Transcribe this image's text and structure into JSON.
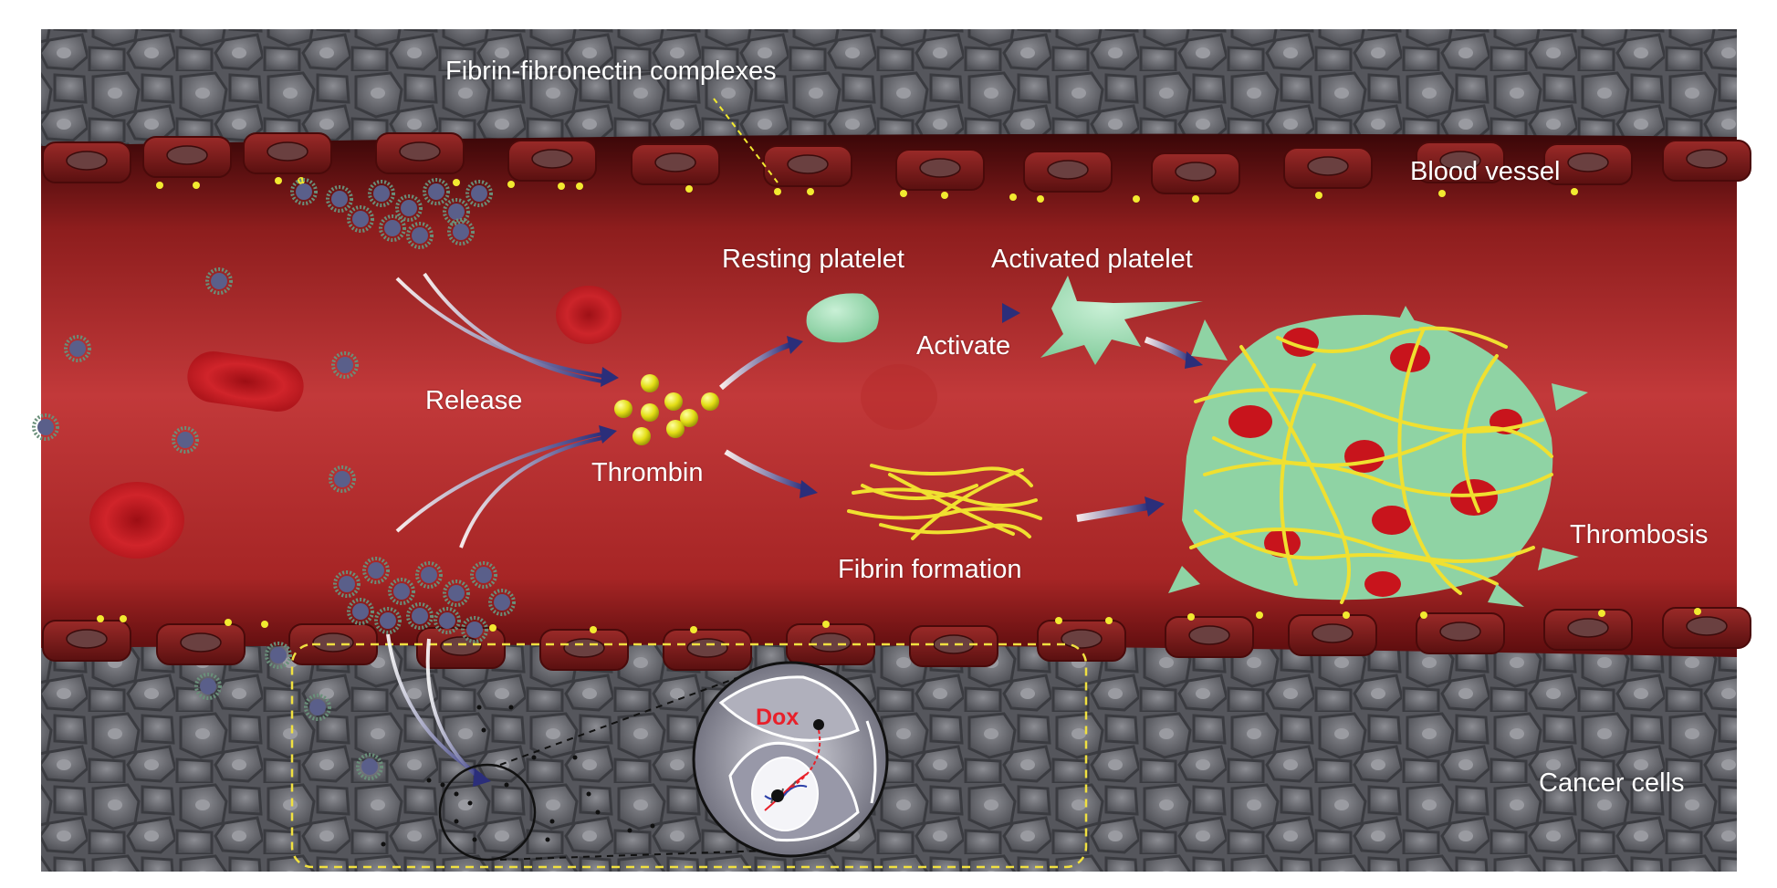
{
  "labels": {
    "fibrin_fibronectin": "Fibrin-fibronectin complexes",
    "blood_vessel": "Blood vessel",
    "resting_platelet": "Resting platelet",
    "activated_platelet": "Activated platelet",
    "activate": "Activate",
    "release": "Release",
    "thrombin": "Thrombin",
    "fibrin_formation": "Fibrin formation",
    "thrombosis": "Thrombosis",
    "cancer_cells": "Cancer cells",
    "dox": "Dox"
  },
  "colors": {
    "vessel_lumen": "#b8302e",
    "endothelium": "#7a1a1a",
    "tissue": "#6b6c72",
    "thrombin": "#e6e21a",
    "platelet": "#8fd3a4",
    "fibrin": "#f0e030",
    "rbc": "#c0161c",
    "arrow": "#2b2e7a",
    "dashed_outline": "#f0e040"
  },
  "icons": {
    "nanoparticle": "spiky-nanoparticle-icon",
    "red_blood_cell": "red-blood-cell-icon",
    "thrombin": "thrombin-sphere-icon",
    "resting_platelet": "resting-platelet-icon",
    "activated_platelet": "activated-platelet-icon",
    "fibrin": "fibrin-strands-icon",
    "thrombus": "thrombus-clot-icon",
    "dna": "dna-helix-icon"
  }
}
